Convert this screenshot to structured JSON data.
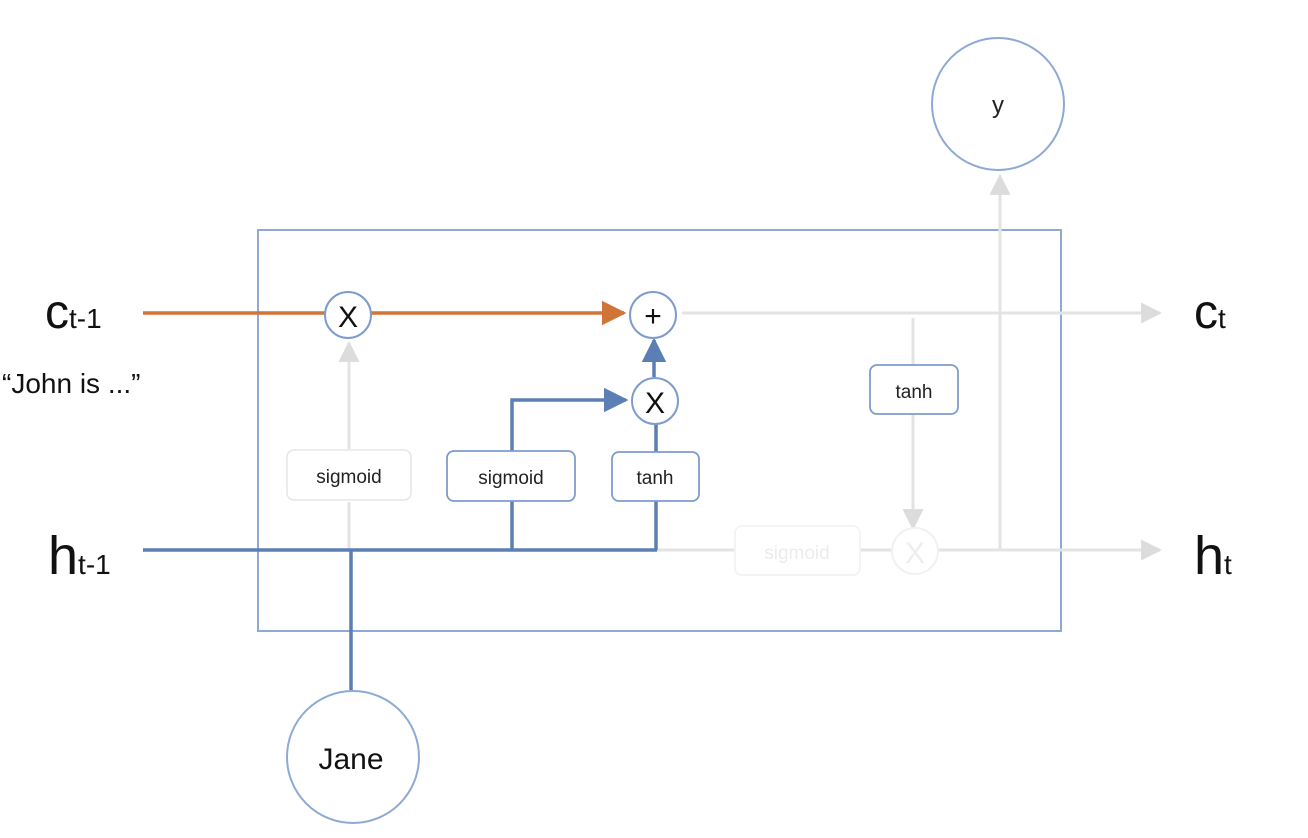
{
  "inputs": {
    "c_prev": {
      "main": "c",
      "sub": "t-1"
    },
    "h_prev": {
      "main": "h",
      "sub": "t-1"
    },
    "context_text": "“John is ...”"
  },
  "outputs": {
    "c_next": {
      "main": "c",
      "sub": "t"
    },
    "h_next": {
      "main": "h",
      "sub": "t"
    },
    "y": "y"
  },
  "input_node": "Jane",
  "gates": {
    "forget_gate": "sigmoid",
    "input_gate": "sigmoid",
    "candidate": "tanh",
    "output_tanh": "tanh",
    "output_gate": "sigmoid"
  },
  "operators": {
    "forget_mult": "X",
    "add": "+",
    "input_mult": "X",
    "output_mult": "X"
  },
  "colors": {
    "cell_path": "#d07438",
    "active_path": "#5b7fb4",
    "inactive_path": "#e3e3e3",
    "faded": "#efefef",
    "box_border": "#7d9ccc"
  }
}
